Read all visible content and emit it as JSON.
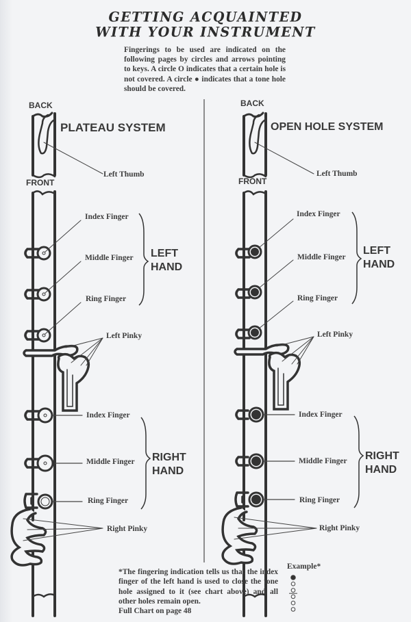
{
  "title": {
    "line1": "GETTING ACQUAINTED",
    "line2": "WITH YOUR INSTRUMENT"
  },
  "intro": {
    "text_before_open": "Fingerings to be used are indicated on the following pages by circles and arrows pointing to keys. A circle ",
    "open_symbol": "O",
    "text_between": " indicates that a certain hole is not covered. A circle ",
    "closed_symbol": "●",
    "text_after_closed": " indicates that a tone hole should be covered."
  },
  "panels": [
    {
      "system_title": "PLATEAU SYSTEM",
      "back_label": "BACK",
      "front_label": "FRONT",
      "hole_style": "open",
      "labels": {
        "left_thumb": "Left Thumb",
        "lh_index": "Index Finger",
        "lh_middle": "Middle Finger",
        "lh_ring": "Ring Finger",
        "left_pinky": "Left Pinky",
        "rh_index": "Index Finger",
        "rh_middle": "Middle Finger",
        "rh_ring": "Ring Finger",
        "right_pinky": "Right Pinky"
      },
      "left_hand": [
        "LEFT",
        "HAND"
      ],
      "right_hand": [
        "RIGHT",
        "HAND"
      ]
    },
    {
      "system_title": "OPEN HOLE SYSTEM",
      "back_label": "BACK",
      "front_label": "FRONT",
      "hole_style": "filled",
      "labels": {
        "left_thumb": "Left Thumb",
        "lh_index": "Index Finger",
        "lh_middle": "Middle Finger",
        "lh_ring": "Ring Finger",
        "left_pinky": "Left Pinky",
        "rh_index": "Index Finger",
        "rh_middle": "Middle Finger",
        "rh_ring": "Ring Finger",
        "right_pinky": "Right Pinky"
      },
      "left_hand": [
        "LEFT",
        "HAND"
      ],
      "right_hand": [
        "RIGHT",
        "HAND"
      ]
    }
  ],
  "footnote": {
    "text": "*The fingering indication tells us that the index finger of the left hand is used to close the tone hole assigned to it (see chart above) and all other holes remain open.",
    "chart_ref": "Full Chart on page 48"
  },
  "example": {
    "title": "Example*",
    "holes": [
      "closed",
      "open",
      "open",
      "open",
      "open",
      "open"
    ],
    "divider_after": 3
  },
  "colors": {
    "ink": "#333333",
    "paper": "#f3f4f6"
  }
}
